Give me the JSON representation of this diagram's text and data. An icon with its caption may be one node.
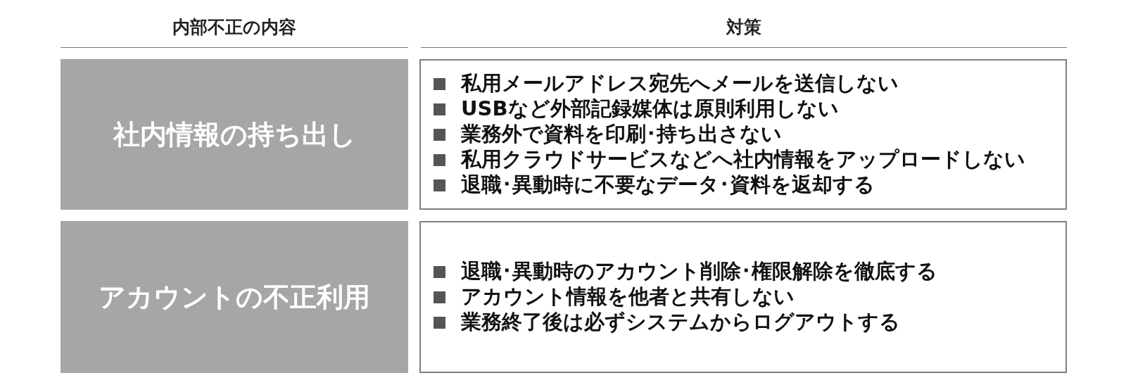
{
  "diagram": {
    "nodes": [
      {
        "text": [
          "社内情報の持ち出し"
        ]
      },
      {
        "text": [
          "私用メールアドレス宛先へメールを送信しない",
          "USBなど外部記録媒体は原則利用しない",
          "業務外で資料を印刷･持ち出さない",
          "私用クラウドサービスなどへ社内情報をアップロードしない",
          "退職･異動時に不要なデータ･資料を返却する"
        ]
      },
      {
        "text": [
          "アカウントの不正利用"
        ]
      },
      {
        "text": [
          "退職･異動時のアカウント削除･権限解除を徹底する",
          "アカウント情報を他者と共有しない",
          "業務終了後は必ずシステムからログアウトする"
        ]
      }
    ],
    "labels": [
      "内部不正の内容",
      "対策"
    ]
  }
}
